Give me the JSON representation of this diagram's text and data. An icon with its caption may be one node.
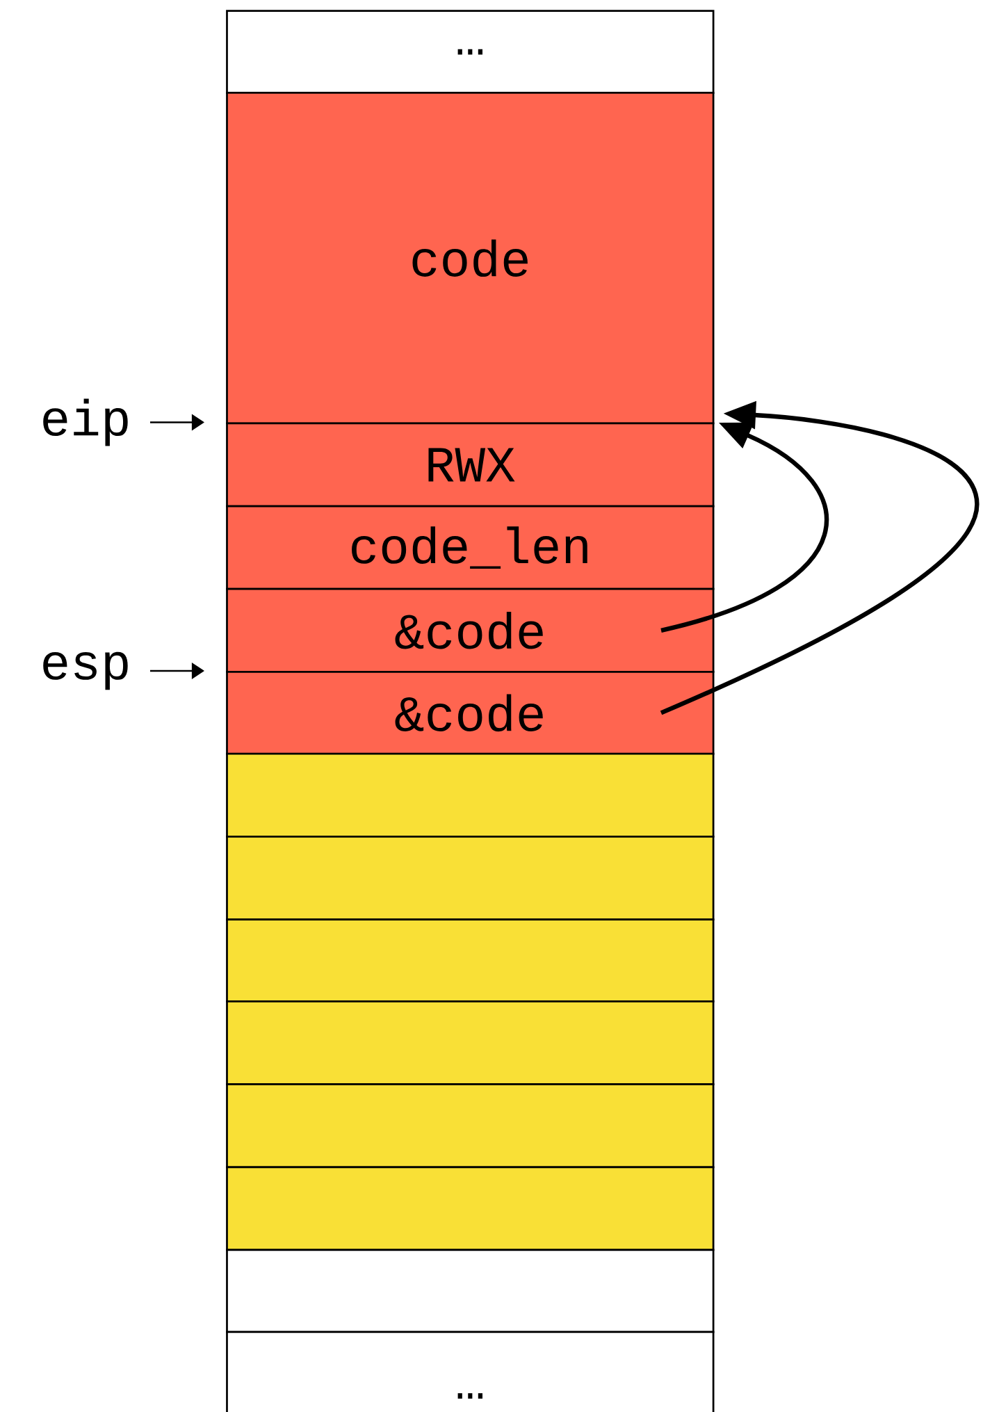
{
  "diagram": {
    "nodes": [
      {
        "text": [
          "…"
        ]
      },
      {
        "text": [
          "code"
        ]
      },
      {
        "text": [
          "RWX"
        ]
      },
      {
        "text": [
          "code_len"
        ]
      },
      {
        "text": [
          "&code"
        ]
      },
      {
        "text": [
          "&code"
        ]
      },
      {
        "text": [],
        "shape": "box"
      },
      {
        "text": [],
        "shape": "box"
      },
      {
        "text": [],
        "shape": "box"
      },
      {
        "text": [],
        "shape": "box"
      },
      {
        "text": [],
        "shape": "box"
      },
      {
        "text": [],
        "shape": "box"
      },
      {
        "text": [],
        "shape": "box"
      },
      {
        "text": [
          "…"
        ]
      },
      {
        "text": [
          "eip"
        ]
      },
      {
        "text": [
          "esp"
        ]
      }
    ],
    "edges": [
      {
        "from": 14,
        "to": 2,
        "arrow": "to"
      },
      {
        "from": 15,
        "to": 5,
        "arrow": "to"
      },
      {
        "from": 4,
        "to": 1,
        "arrow": "to",
        "style": "thick"
      },
      {
        "from": 5,
        "to": 1,
        "arrow": "to",
        "style": "thick"
      }
    ]
  }
}
